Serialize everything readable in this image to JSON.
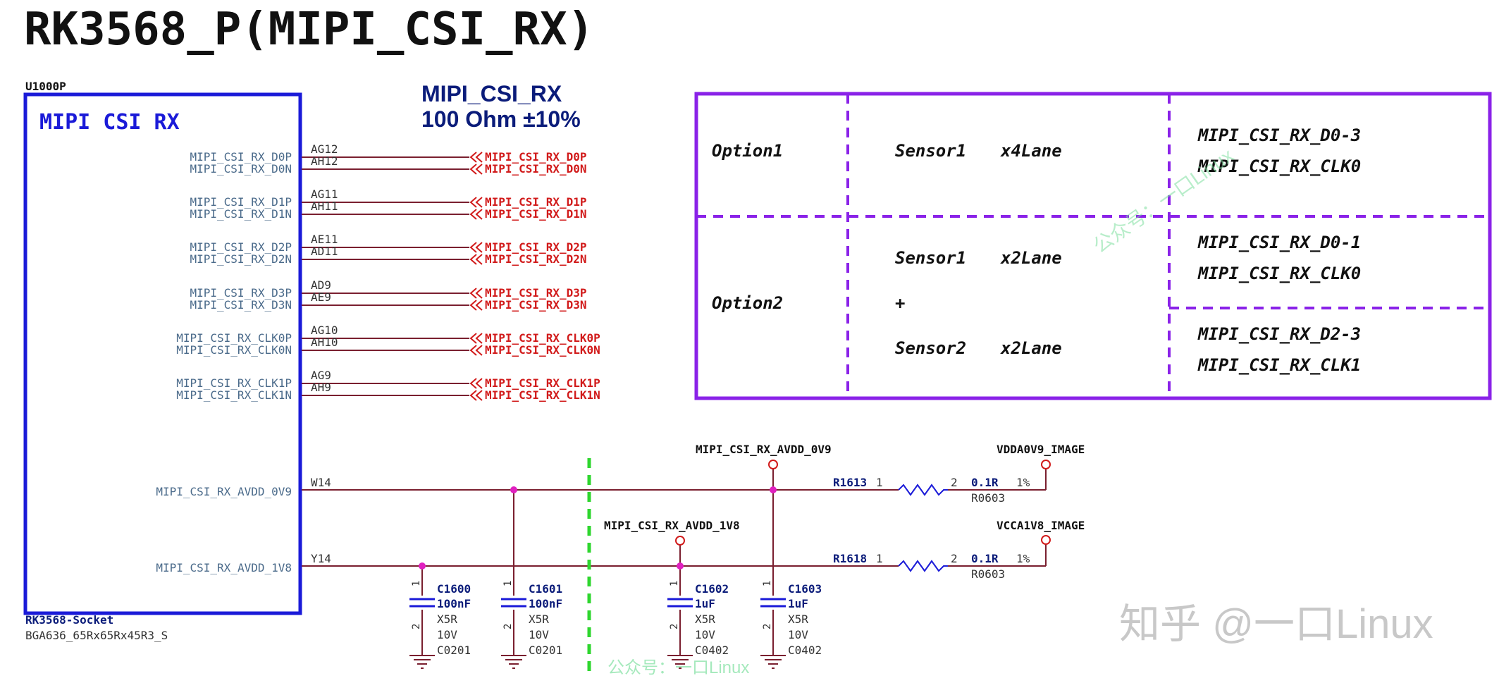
{
  "title": "RK3568_P(MIPI_CSI_RX)",
  "ref": "U1000P",
  "chip": {
    "name": "MIPI CSI RX",
    "footer1": "RK3568-Socket",
    "footer2": "BGA636_65Rx65Rx45R3_S"
  },
  "impedance": {
    "line1": "MIPI_CSI_RX",
    "line2": "100 Ohm ±10%"
  },
  "pins": [
    {
      "name": "MIPI_CSI_RX_D0P",
      "pin": "AG12",
      "net": "MIPI_CSI_RX_D0P"
    },
    {
      "name": "MIPI_CSI_RX_D0N",
      "pin": "AH12",
      "net": "MIPI_CSI_RX_D0N"
    },
    {
      "name": "MIPI_CSI_RX_D1P",
      "pin": "AG11",
      "net": "MIPI_CSI_RX_D1P"
    },
    {
      "name": "MIPI_CSI_RX_D1N",
      "pin": "AH11",
      "net": "MIPI_CSI_RX_D1N"
    },
    {
      "name": "MIPI_CSI_RX_D2P",
      "pin": "AE11",
      "net": "MIPI_CSI_RX_D2P"
    },
    {
      "name": "MIPI_CSI_RX_D2N",
      "pin": "AD11",
      "net": "MIPI_CSI_RX_D2N"
    },
    {
      "name": "MIPI_CSI_RX_D3P",
      "pin": "AD9",
      "net": "MIPI_CSI_RX_D3P"
    },
    {
      "name": "MIPI_CSI_RX_D3N",
      "pin": "AE9",
      "net": "MIPI_CSI_RX_D3N"
    },
    {
      "name": "MIPI_CSI_RX_CLK0P",
      "pin": "AG10",
      "net": "MIPI_CSI_RX_CLK0P"
    },
    {
      "name": "MIPI_CSI_RX_CLK0N",
      "pin": "AH10",
      "net": "MIPI_CSI_RX_CLK0N"
    },
    {
      "name": "MIPI_CSI_RX_CLK1P",
      "pin": "AG9",
      "net": "MIPI_CSI_RX_CLK1P"
    },
    {
      "name": "MIPI_CSI_RX_CLK1N",
      "pin": "AH9",
      "net": "MIPI_CSI_RX_CLK1N"
    }
  ],
  "power_pins": [
    {
      "name": "MIPI_CSI_RX_AVDD_0V9",
      "pin": "W14"
    },
    {
      "name": "MIPI_CSI_RX_AVDD_1V8",
      "pin": "Y14"
    }
  ],
  "power_nets": {
    "avdd_0v9": "MIPI_CSI_RX_AVDD_0V9",
    "avdd_1v8": "MIPI_CSI_RX_AVDD_1V8",
    "vdda": "VDDA0V9_IMAGE",
    "vcca": "VCCA1V8_IMAGE"
  },
  "resistors": [
    {
      "ref": "R1613",
      "p1": "1",
      "p2": "2",
      "value": "0.1R",
      "tol": "1%",
      "pkg": "R0603"
    },
    {
      "ref": "R1618",
      "p1": "1",
      "p2": "2",
      "value": "0.1R",
      "tol": "1%",
      "pkg": "R0603"
    }
  ],
  "capacitors": [
    {
      "ref": "C1600",
      "value": "100nF",
      "diel": "X5R",
      "volt": "10V",
      "pkg": "C0201",
      "p1": "1",
      "p2": "2"
    },
    {
      "ref": "C1601",
      "value": "100nF",
      "diel": "X5R",
      "volt": "10V",
      "pkg": "C0201",
      "p1": "1",
      "p2": "2"
    },
    {
      "ref": "C1602",
      "value": "1uF",
      "diel": "X5R",
      "volt": "10V",
      "pkg": "C0402",
      "p1": "1",
      "p2": "2"
    },
    {
      "ref": "C1603",
      "value": "1uF",
      "diel": "X5R",
      "volt": "10V",
      "pkg": "C0402",
      "p1": "1",
      "p2": "2"
    }
  ],
  "options_table": {
    "option1": {
      "label": "Option1",
      "sensor": "Sensor1",
      "lanes": "x4Lane",
      "sig1": "MIPI_CSI_RX_D0-3",
      "sig2": "MIPI_CSI_RX_CLK0"
    },
    "option2": {
      "label": "Option2",
      "sensor1": "Sensor1",
      "lanes1": "x2Lane",
      "plus": "+",
      "sensor2": "Sensor2",
      "lanes2": "x2Lane",
      "sig1": "MIPI_CSI_RX_D0-1",
      "sig2": "MIPI_CSI_RX_CLK0",
      "sig3": "MIPI_CSI_RX_D2-3",
      "sig4": "MIPI_CSI_RX_CLK1"
    }
  },
  "watermarks": {
    "zhihu": "知乎 @一口Linux",
    "wechat": "公众号：一口Linux"
  },
  "colors": {
    "black": "#111111",
    "blue_box": "#1a1ad8",
    "navy": "#0b1c7a",
    "pin_text": "#4a6a8a",
    "wire": "#7a1f2f",
    "net_red": "#d11a1a",
    "purple": "#8a22e8",
    "green_dash": "#2ed62e",
    "junction": "#e020c0",
    "watermark": "#c8c8c8",
    "watermark_green": "#7fe0a0"
  }
}
